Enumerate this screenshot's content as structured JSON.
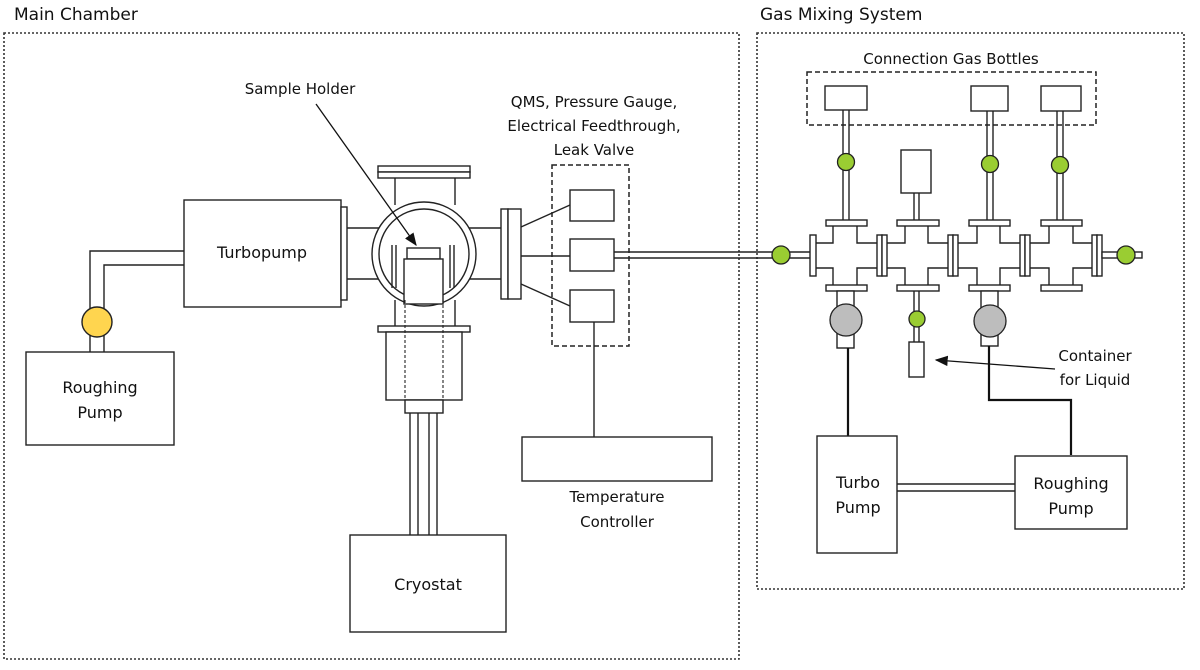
{
  "sections": {
    "main_chamber": "Main Chamber",
    "gas_mixing": "Gas Mixing System"
  },
  "main_chamber": {
    "turbopump": "Turbopump",
    "roughing_pump_line1": "Roughing",
    "roughing_pump_line2": "Pump",
    "cryostat": "Cryostat",
    "sample_holder": "Sample Holder",
    "ports_line1": "QMS, Pressure Gauge,",
    "ports_line2": "Electrical Feedthrough,",
    "ports_line3": "Leak Valve",
    "temp_line1": "Temperature",
    "temp_line2": "Controller"
  },
  "gas_mixing": {
    "bottles": "Connection Gas Bottles",
    "container_line1": "Container",
    "container_line2": "for Liquid",
    "turbo_line1": "Turbo",
    "turbo_line2": "Pump",
    "roughing_line1": "Roughing",
    "roughing_line2": "Pump"
  },
  "colors": {
    "valve_green": "#9ACD32",
    "valve_yellow": "#FFD54F",
    "gate_valve_grey": "#BDBDBD"
  }
}
